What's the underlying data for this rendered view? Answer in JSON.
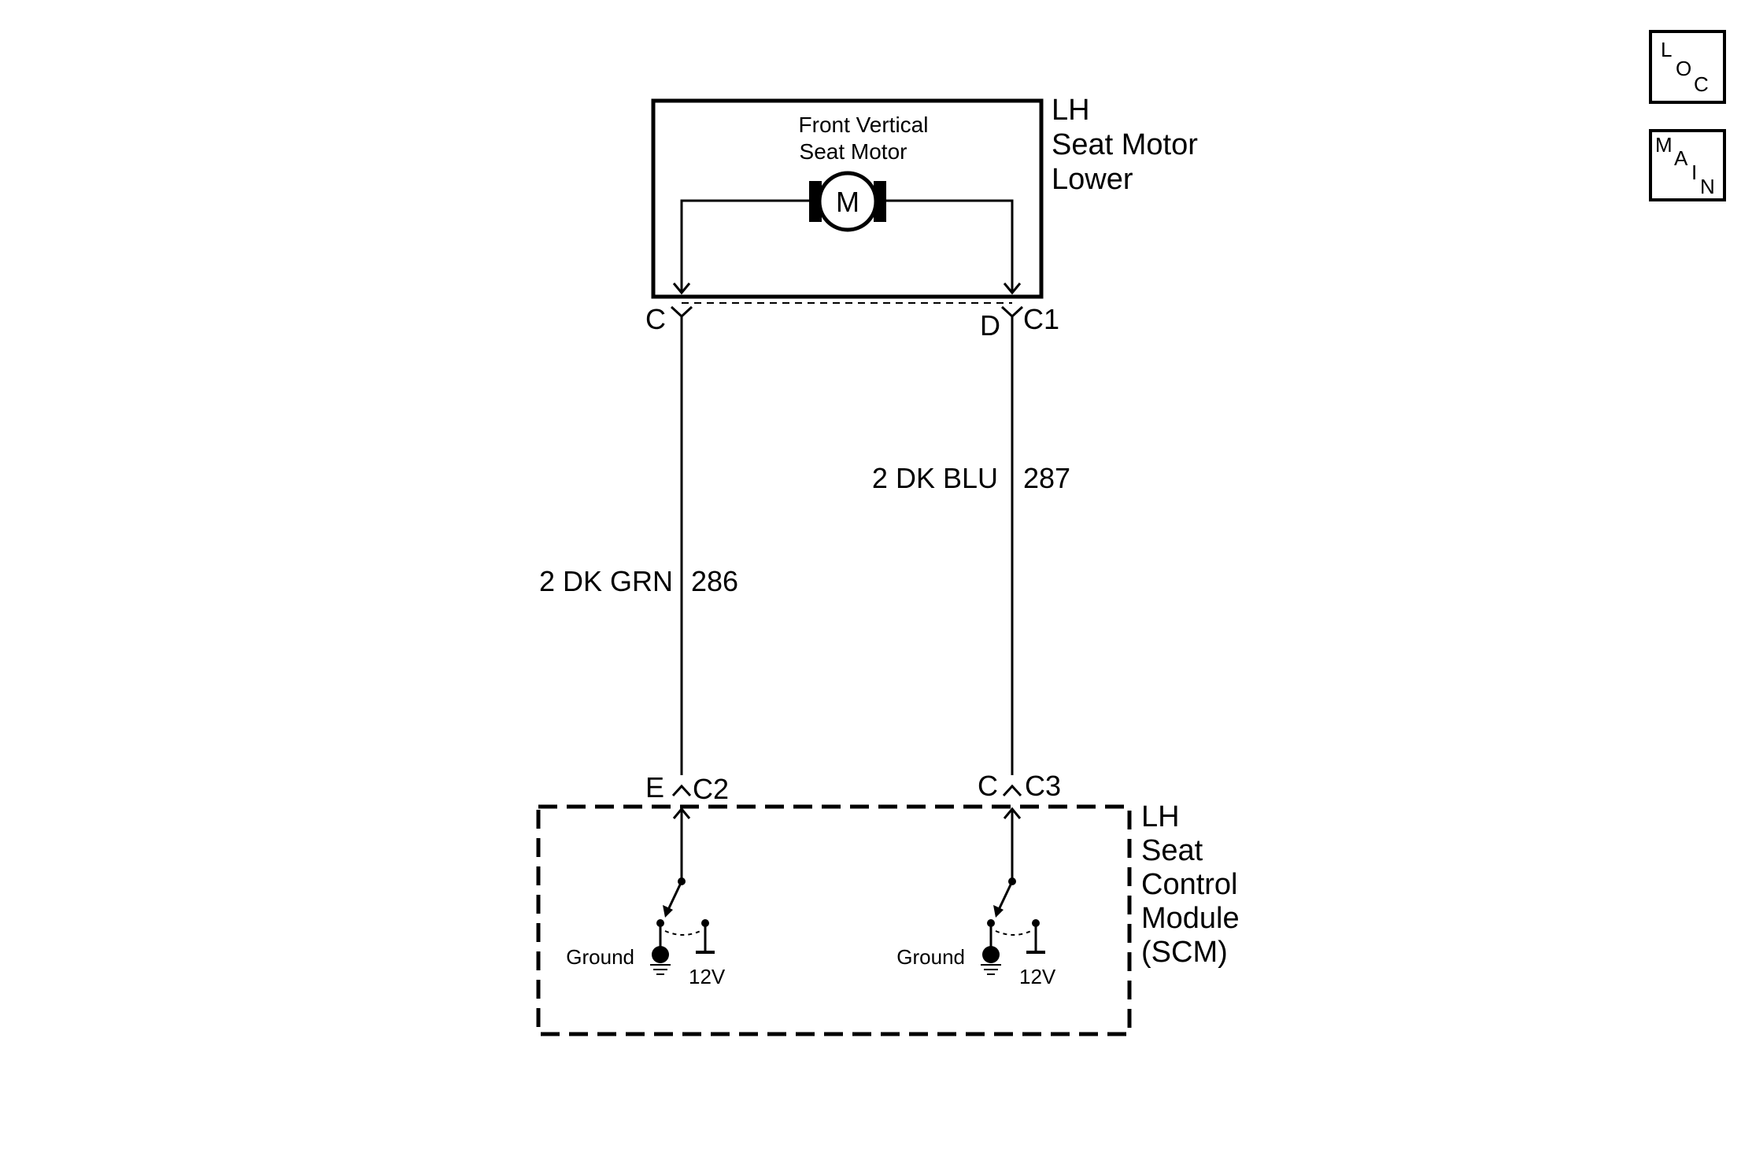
{
  "motor": {
    "label_line1": "Front Vertical",
    "label_line2": "Seat Motor",
    "symbol": "M"
  },
  "component_top": {
    "line1": "LH",
    "line2": "Seat Motor",
    "line3": "Lower"
  },
  "component_bottom": {
    "line1": "LH",
    "line2": "Seat",
    "line3": "Control",
    "line4": "Module",
    "line5": "(SCM)"
  },
  "connectors": {
    "top_left_pin": "C",
    "top_right_pin": "D",
    "top_connector": "C1",
    "bottom_left_pin": "E",
    "bottom_left_connector": "C2",
    "bottom_right_pin": "C",
    "bottom_right_connector": "C3"
  },
  "wires": [
    {
      "gauge_color": "2 DK GRN",
      "circuit": "286"
    },
    {
      "gauge_color": "2 DK BLU",
      "circuit": "287"
    }
  ],
  "switches": [
    {
      "ground_label": "Ground",
      "voltage_label": "12V"
    },
    {
      "ground_label": "Ground",
      "voltage_label": "12V"
    }
  ],
  "nav": {
    "loc": {
      "l1": "L",
      "l2": "O",
      "l3": "C"
    },
    "main": {
      "l1": "M",
      "l2": "A",
      "l3": "I",
      "l4": "N"
    }
  }
}
